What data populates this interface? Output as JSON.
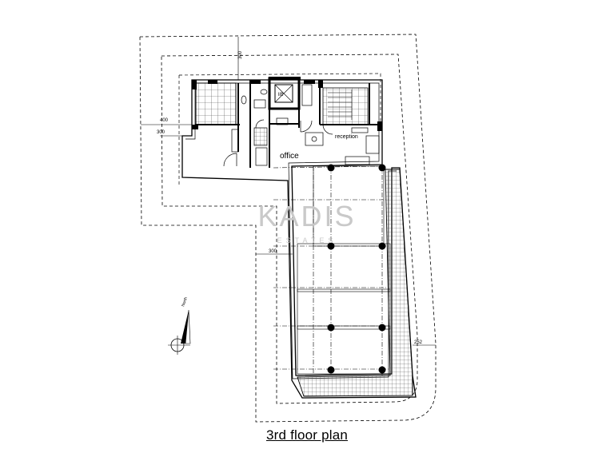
{
  "title": "3rd floor plan",
  "watermark": {
    "brand": "KADIS",
    "sub": "ESTATES",
    "color": "#c9c9c9"
  },
  "rooms": {
    "office": "office",
    "reception": "reception",
    "lift": "lift"
  },
  "dimensions": {
    "d400": "400",
    "d300a": "300",
    "d300b": "300",
    "d300c": "300",
    "d252": "252"
  },
  "north_label": "North",
  "colors": {
    "line": "#000000",
    "hatch": "#555555"
  }
}
